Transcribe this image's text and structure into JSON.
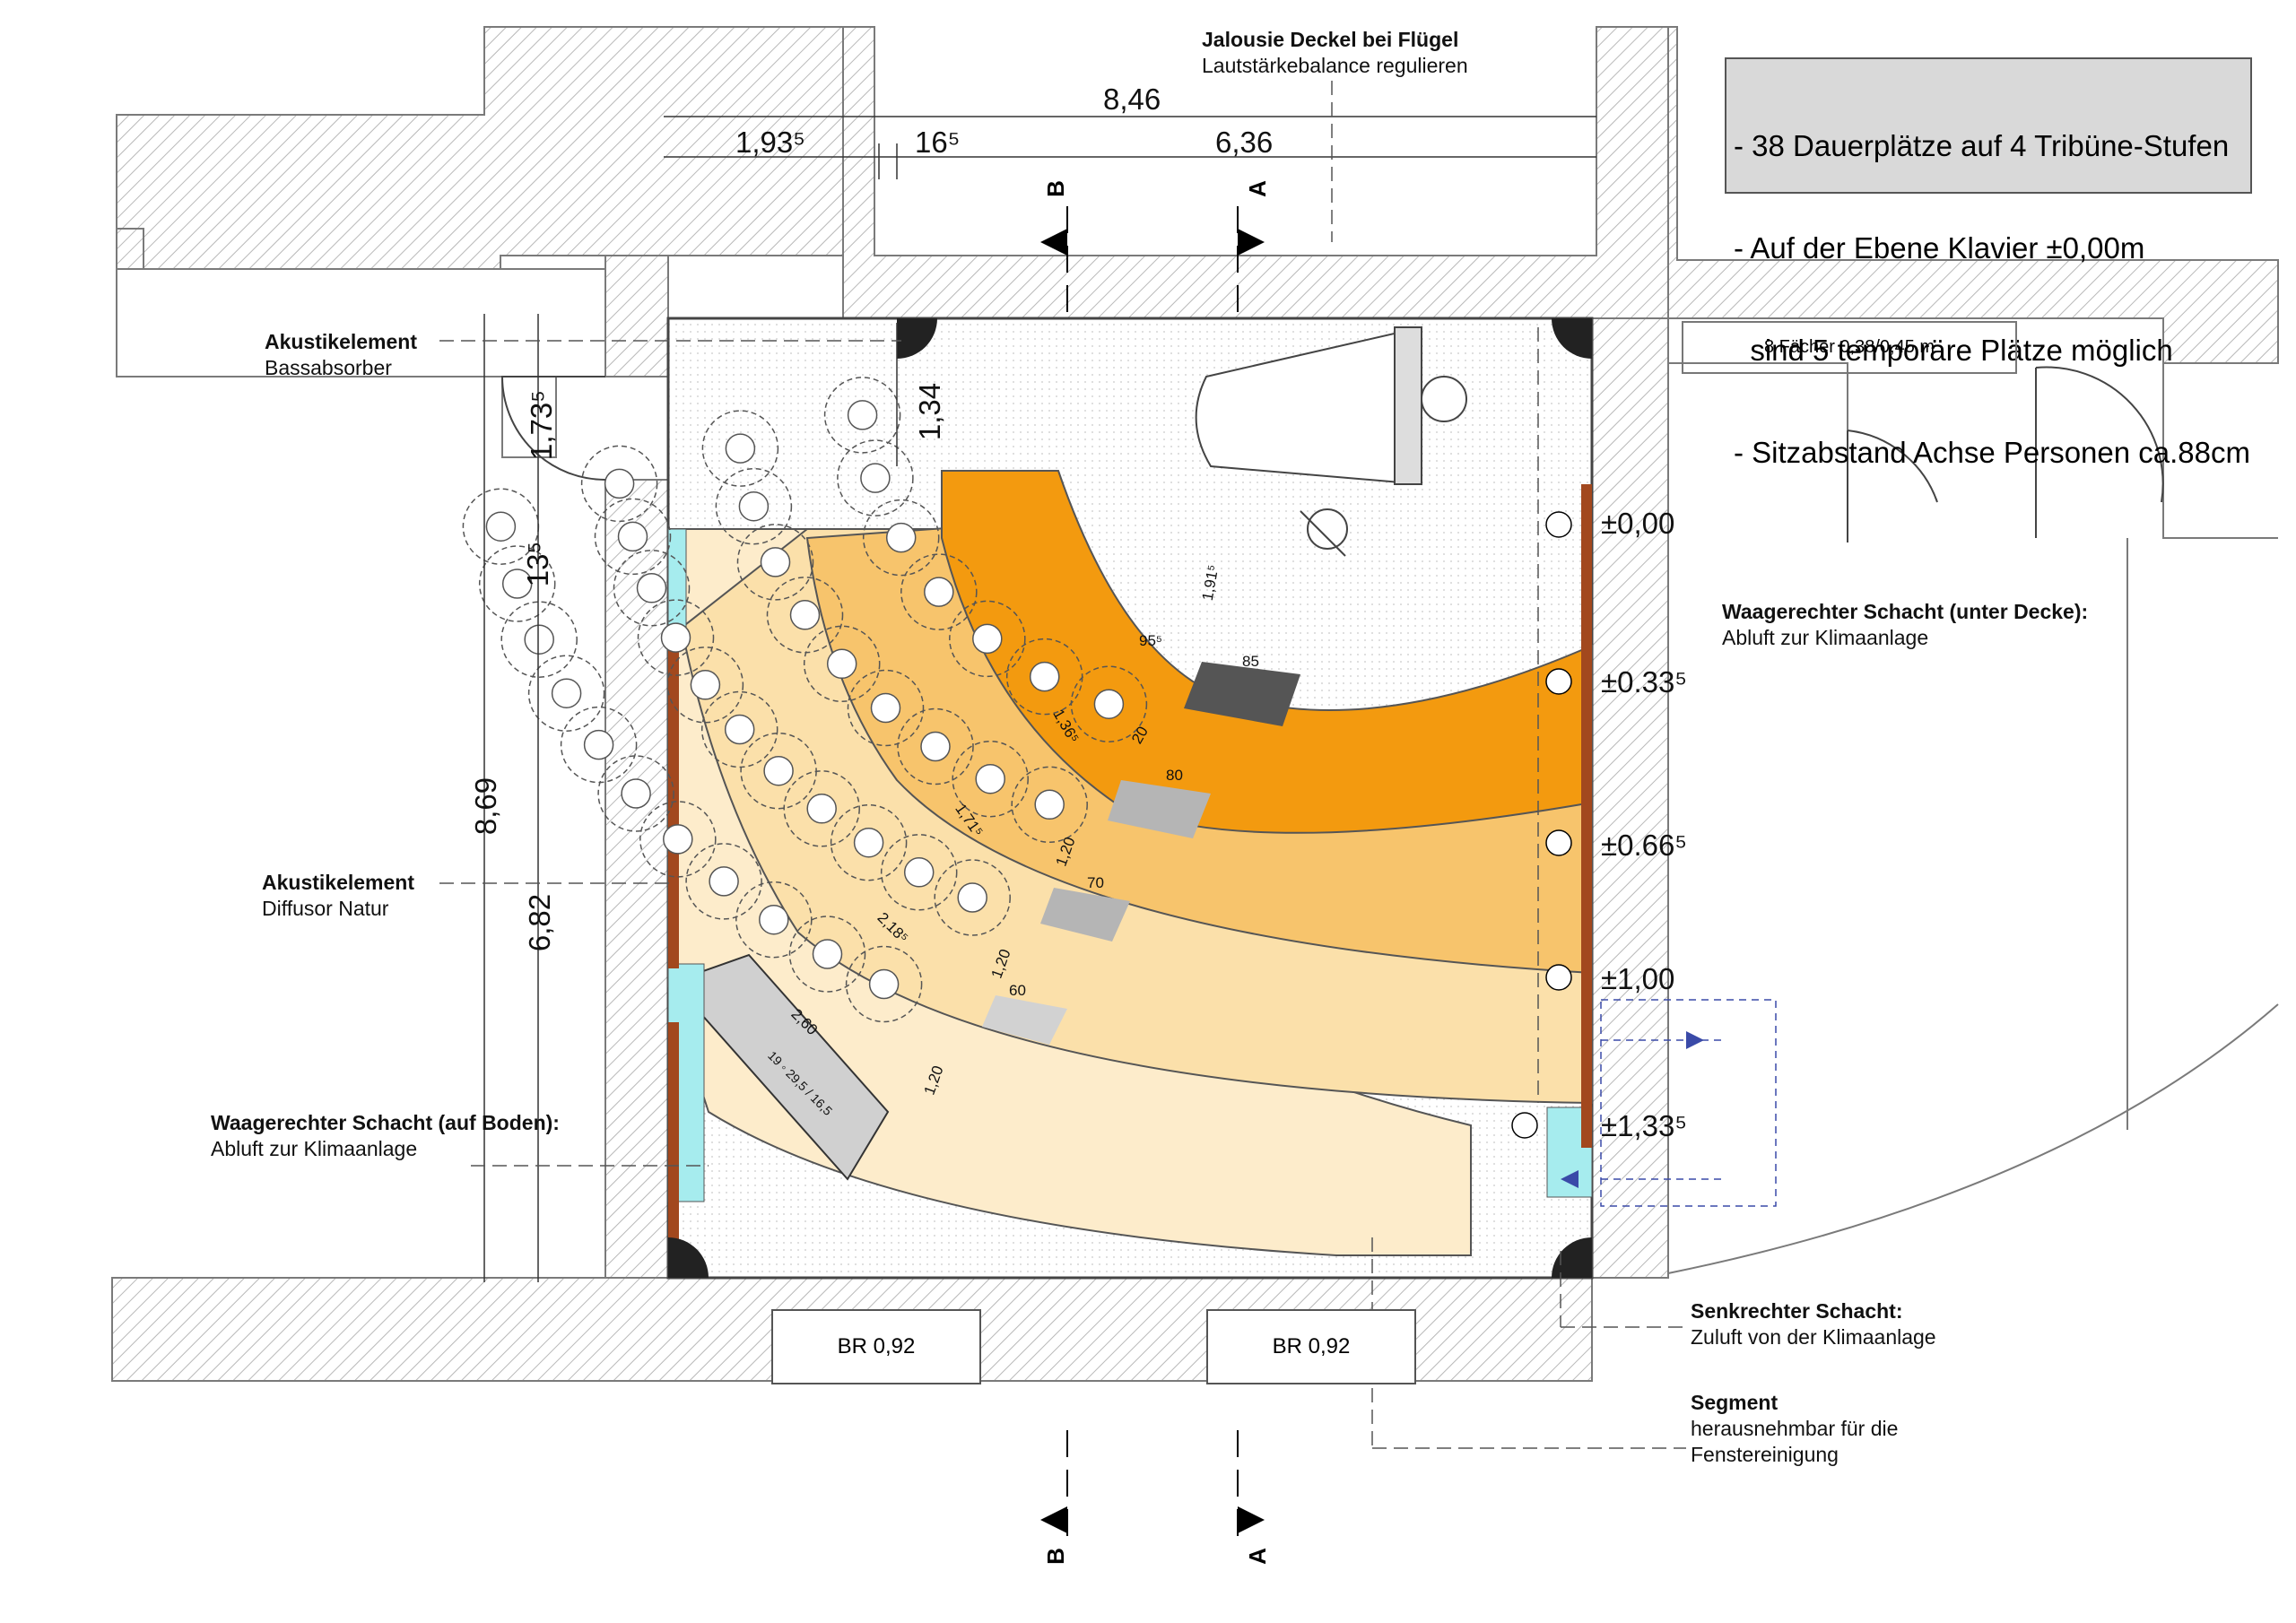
{
  "notes": {
    "lines": [
      "- 38 Dauerplätze auf 4 Tribüne-Stufen",
      "- Auf der Ebene Klavier ±0,00m",
      "  sind 5 temporäre Plätze möglich",
      "- Sitzabstand Achse Personen ca.88cm"
    ]
  },
  "labels": {
    "jalousie_title": "Jalousie Deckel bei Flügel",
    "jalousie_sub": "Lautstärkebalance regulieren",
    "akustik1_title": "Akustikelement",
    "akustik1_sub": "Bassabsorber",
    "akustik2_title": "Akustikelement",
    "akustik2_sub": "Diffusor Natur",
    "schacht_boden_title": "Waagerechter Schacht (auf Boden):",
    "schacht_boden_sub": "Abluft zur Klimaanlage",
    "schacht_decke_title": "Waagerechter Schacht (unter Decke):",
    "schacht_decke_sub": "Abluft zur Klimaanlage",
    "senk_title": "Senkrechter Schacht:",
    "senk_sub": "Zuluft von der Klimaanlage",
    "segment_title": "Segment",
    "segment_sub1": "herausnehmbar für die",
    "segment_sub2": "Fenstereinigung",
    "faecher": "8 Fächer 0,38/0,45 m",
    "door1": "BR 0,92",
    "door2": "BR 0,92"
  },
  "dimensions": {
    "top_total": "8,46",
    "top_left": "1,93⁵",
    "top_mid": "16⁵",
    "top_right": "6,36",
    "left_outer": "8,69",
    "left_a": "1,73⁵",
    "left_b": "13⁵",
    "left_c": "6,82",
    "door_height": "1,34"
  },
  "inner_dims": [
    "1,91⁵",
    "95⁵",
    "85",
    "1,36⁵",
    "20",
    "80",
    "1,71⁵",
    "1,20",
    "70",
    "2,18⁵",
    "1,20",
    "60",
    "2,60",
    "1,20",
    "19 ◦ 29,5 / 16,5"
  ],
  "levels": [
    "±0,00",
    "±0.33⁵",
    "±0.66⁵",
    "±1,00",
    "±1,33⁵"
  ],
  "sections": {
    "a": "A",
    "b": "B"
  },
  "colors": {
    "tier1": "#f39a0f",
    "tier2": "#f7c46c",
    "tier3": "#fbe0aa",
    "tier4": "#fdeccb",
    "wall": "#ffffff",
    "hatch": "#9a9a9a",
    "wood": "#a2481e",
    "cyan": "#a6ecee",
    "grey_step": "#b5b5b5",
    "dark_step": "#555555"
  }
}
